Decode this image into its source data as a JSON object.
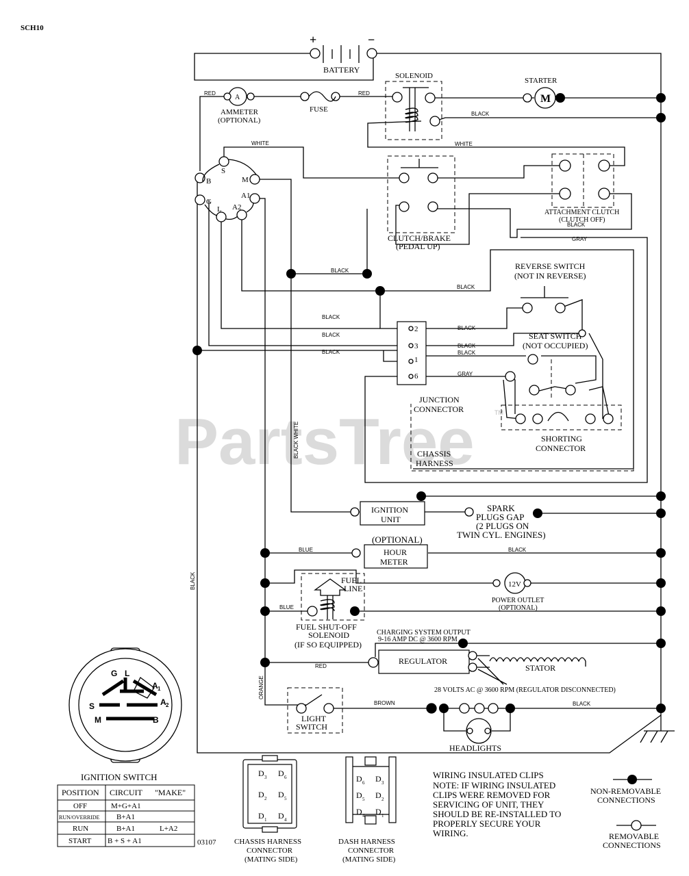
{
  "model": "SCH10",
  "watermark": "PartsTree",
  "watermark_tm": "TM",
  "doc_number": "03107",
  "components": {
    "battery": "BATTERY",
    "battery_plus": "+",
    "battery_minus": "−",
    "solenoid": "SOLENOID",
    "starter": "STARTER",
    "starter_symbol": "M",
    "ammeter_symbol": "A",
    "ammeter_line1": "AMMETER",
    "ammeter_line2": "(OPTIONAL)",
    "fuse": "FUSE",
    "clutch_brake_line1": "CLUTCH/BRAKE",
    "clutch_brake_line2": "(PEDAL UP)",
    "attachment_clutch_line1": "ATTACHMENT CLUTCH",
    "attachment_clutch_line2": "(CLUTCH OFF)",
    "reverse_switch_line1": "REVERSE SWITCH",
    "reverse_switch_line2": "(NOT IN REVERSE)",
    "seat_switch_line1": "SEAT SWITCH",
    "seat_switch_line2": "(NOT OCCUPIED)",
    "junction_line1": "JUNCTION",
    "junction_line2": "CONNECTOR",
    "chassis_harness_line1": "CHASSIS",
    "chassis_harness_line2": "HARNESS",
    "shorting_line1": "SHORTING",
    "shorting_line2": "CONNECTOR",
    "ignition_unit_line1": "IGNITION",
    "ignition_unit_line2": "UNIT",
    "spark_line1": "SPARK",
    "spark_line2": "PLUGS GAP",
    "spark_line3": "(2 PLUGS ON",
    "spark_line4": "TWIN CYL. ENGINES)",
    "optional": "(OPTIONAL)",
    "hour_meter_line1": "HOUR",
    "hour_meter_line2": "METER",
    "fuel_line_1": "FUEL",
    "fuel_line_2": "LINE",
    "power_outlet_symbol": "12V",
    "power_outlet_line1": "POWER OUTLET",
    "power_outlet_line2": "(OPTIONAL)",
    "fuel_solenoid_line1": "FUEL SHUT-OFF",
    "fuel_solenoid_line2": "SOLENOID",
    "fuel_solenoid_line3": "(IF SO EQUIPPED)",
    "charging_line1": "CHARGING SYSTEM OUTPUT",
    "charging_line2": "9-16 AMP DC @ 3600 RPM",
    "regulator": "REGULATOR",
    "stator": "STATOR",
    "ac_note": "28 VOLTS AC @ 3600 RPM (REGULATOR DISCONNECTED)",
    "light_switch_line1": "LIGHT",
    "light_switch_line2": "SWITCH",
    "headlights": "HEADLIGHTS"
  },
  "ignition_terminals": {
    "s": "S",
    "m": "M",
    "b": "B",
    "a1": "A1",
    "g": "G",
    "l": "L",
    "a2": "A2"
  },
  "junction_pins": [
    "2",
    "3",
    "1",
    "6"
  ],
  "wire_labels": {
    "red": "RED",
    "black": "BLACK",
    "white": "WHITE",
    "gray": "GRAY",
    "blue": "BLUE",
    "brown": "BROWN",
    "orange": "ORANGE",
    "black_white": "BLACK WHITE"
  },
  "ignition_switch": {
    "title": "IGNITION SWITCH",
    "face_labels": {
      "g": "G",
      "l": "L",
      "a1": "A",
      "a1_sub": "1",
      "s": "S",
      "a2": "A",
      "a2_sub": "2",
      "m": "M",
      "b": "B"
    },
    "table_headers": [
      "POSITION",
      "CIRCUIT",
      "\"MAKE\""
    ],
    "rows": [
      {
        "position": "OFF",
        "circuit": "M+G+A1",
        "make": ""
      },
      {
        "position": "RUN/OVERRIDE",
        "circuit": "B+A1",
        "make": ""
      },
      {
        "position": "RUN",
        "circuit": "B+A1",
        "make": "L+A2"
      },
      {
        "position": "START",
        "circuit": "B + S + A1",
        "make": ""
      }
    ]
  },
  "chassis_connector": {
    "pins_left": [
      {
        "l": "D",
        "s": "3"
      },
      {
        "l": "D",
        "s": "2"
      },
      {
        "l": "D",
        "s": "1"
      }
    ],
    "pins_right": [
      {
        "l": "D",
        "s": "6"
      },
      {
        "l": "D",
        "s": "5"
      },
      {
        "l": "D",
        "s": "4"
      }
    ],
    "line1": "CHASSIS HARNESS",
    "line2": "CONNECTOR",
    "line3": "(MATING SIDE)"
  },
  "dash_connector": {
    "pins_left": [
      {
        "l": "D",
        "s": "6"
      },
      {
        "l": "D",
        "s": "5"
      },
      {
        "l": "D",
        "s": "4"
      }
    ],
    "pins_right": [
      {
        "l": "D",
        "s": "3"
      },
      {
        "l": "D",
        "s": "2"
      },
      {
        "l": "D",
        "s": "1"
      }
    ],
    "line1": "DASH HARNESS",
    "line2": "CONNECTOR",
    "line3": "(MATING SIDE)"
  },
  "notes": [
    "WIRING INSULATED CLIPS",
    "NOTE:  IF WIRING INSULATED",
    "CLIPS WERE REMOVED FOR",
    "SERVICING OF UNIT, THEY",
    "SHOULD BE RE-INSTALLED TO",
    "PROPERLY SECURE YOUR",
    "WIRING."
  ],
  "legend": {
    "non_removable_line1": "NON-REMOVABLE",
    "non_removable_line2": "CONNECTIONS",
    "removable_line1": "REMOVABLE",
    "removable_line2": "CONNECTIONS"
  }
}
